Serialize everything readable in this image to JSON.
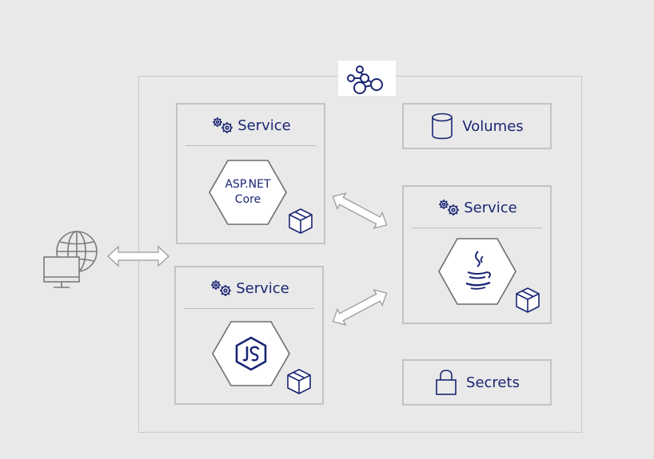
{
  "services": [
    {
      "title": "Service",
      "runtime_label_line1": "ASP.NET",
      "runtime_label_line2": "Core",
      "runtime_icon": "aspnet-core-hexagon"
    },
    {
      "title": "Service",
      "runtime_icon": "nodejs-hexagon-icon"
    },
    {
      "title": "Service",
      "runtime_icon": "java-hexagon-icon"
    }
  ],
  "volumes": {
    "label": "Volumes",
    "icon": "cylinder-icon"
  },
  "secrets": {
    "label": "Secrets",
    "icon": "padlock-icon"
  },
  "client": {
    "icon": "globe-monitor-icon"
  },
  "cluster": {
    "icon": "cluster-nodes-icon"
  },
  "colors": {
    "accent": "#1a2574",
    "border": "#c3c3c3",
    "background": "#e9e9e9",
    "icon_gray": "#7a7a7a"
  }
}
